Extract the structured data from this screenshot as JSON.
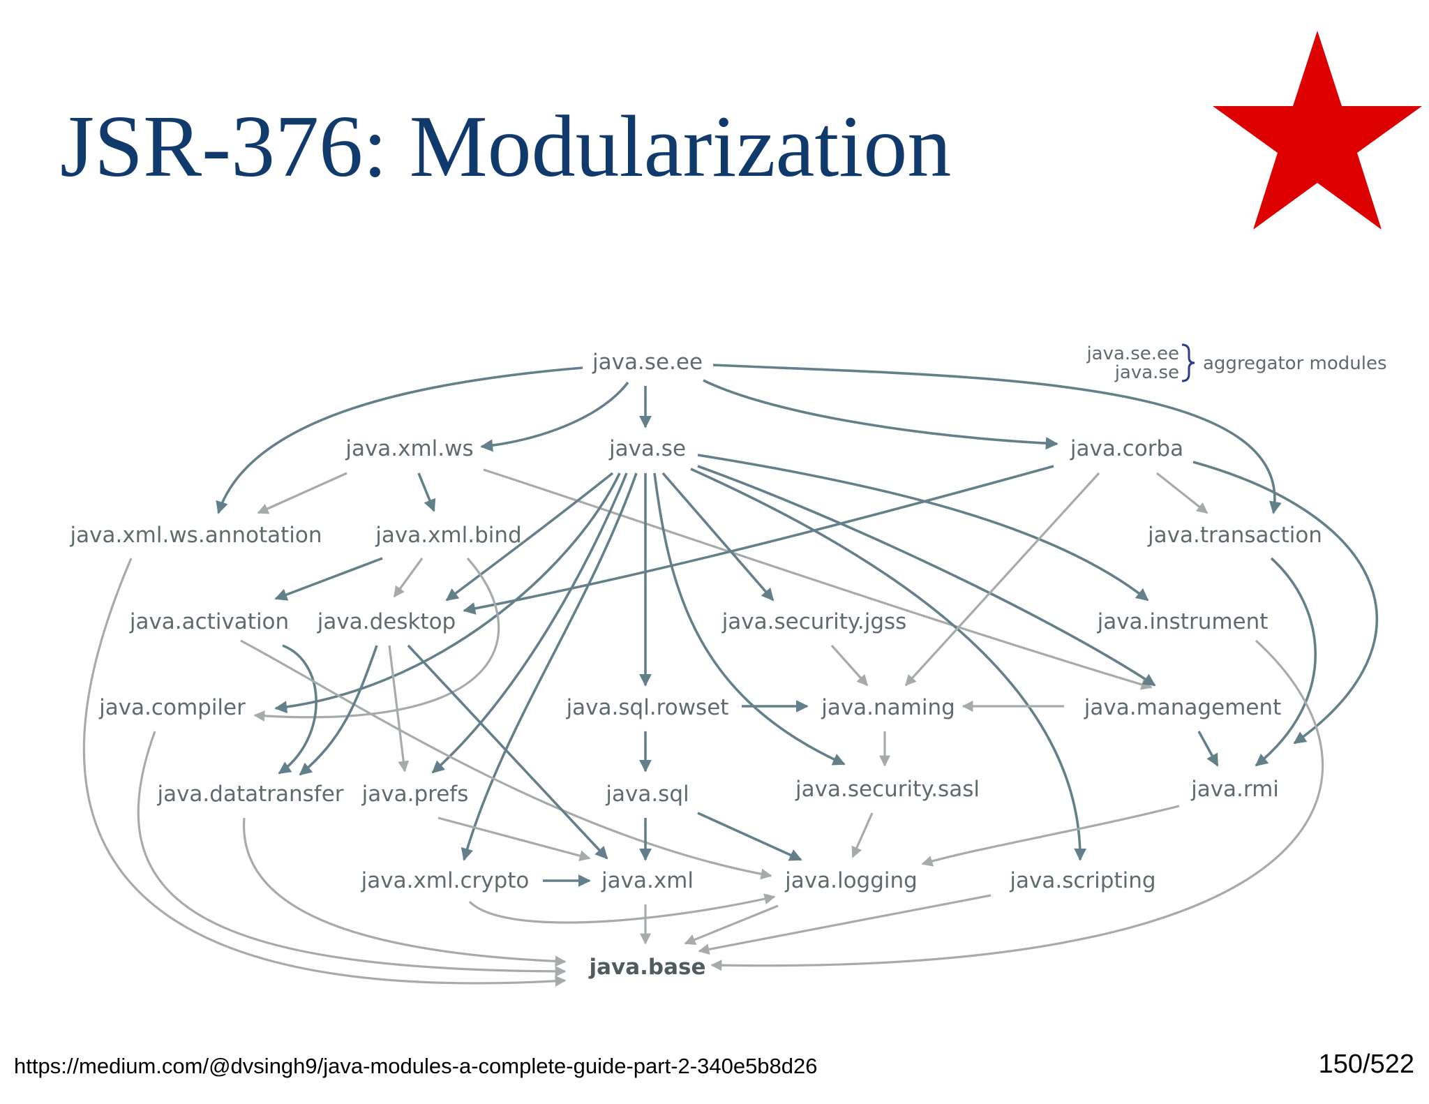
{
  "slide": {
    "title": "JSR-376: Modularization",
    "source_url": "https://medium.com/@dvsingh9/java-modules-a-complete-guide-part-2-340e5b8d26",
    "page_counter": "150/522",
    "star_color": "#dd0000",
    "title_color": "#113a6c"
  },
  "legend": {
    "line1": "java.se.ee",
    "line2": "java.se",
    "label": "aggregator modules"
  },
  "modules": {
    "java_se_ee": "java.se.ee",
    "java_xml_ws": "java.xml.ws",
    "java_se": "java.se",
    "java_corba": "java.corba",
    "java_xml_ws_annotation": "java.xml.ws.annotation",
    "java_xml_bind": "java.xml.bind",
    "java_transaction": "java.transaction",
    "java_activation": "java.activation",
    "java_desktop": "java.desktop",
    "java_security_jgss": "java.security.jgss",
    "java_instrument": "java.instrument",
    "java_compiler": "java.compiler",
    "java_sql_rowset": "java.sql.rowset",
    "java_naming": "java.naming",
    "java_management": "java.management",
    "java_datatransfer": "java.datatransfer",
    "java_prefs": "java.prefs",
    "java_sql": "java.sql",
    "java_security_sasl": "java.security.sasl",
    "java_rmi": "java.rmi",
    "java_xml_crypto": "java.xml.crypto",
    "java_xml": "java.xml",
    "java_logging": "java.logging",
    "java_scripting": "java.scripting",
    "java_base": "java.base"
  },
  "edge_colors": {
    "direct": "#63808a",
    "to_base": "#a5abab"
  }
}
